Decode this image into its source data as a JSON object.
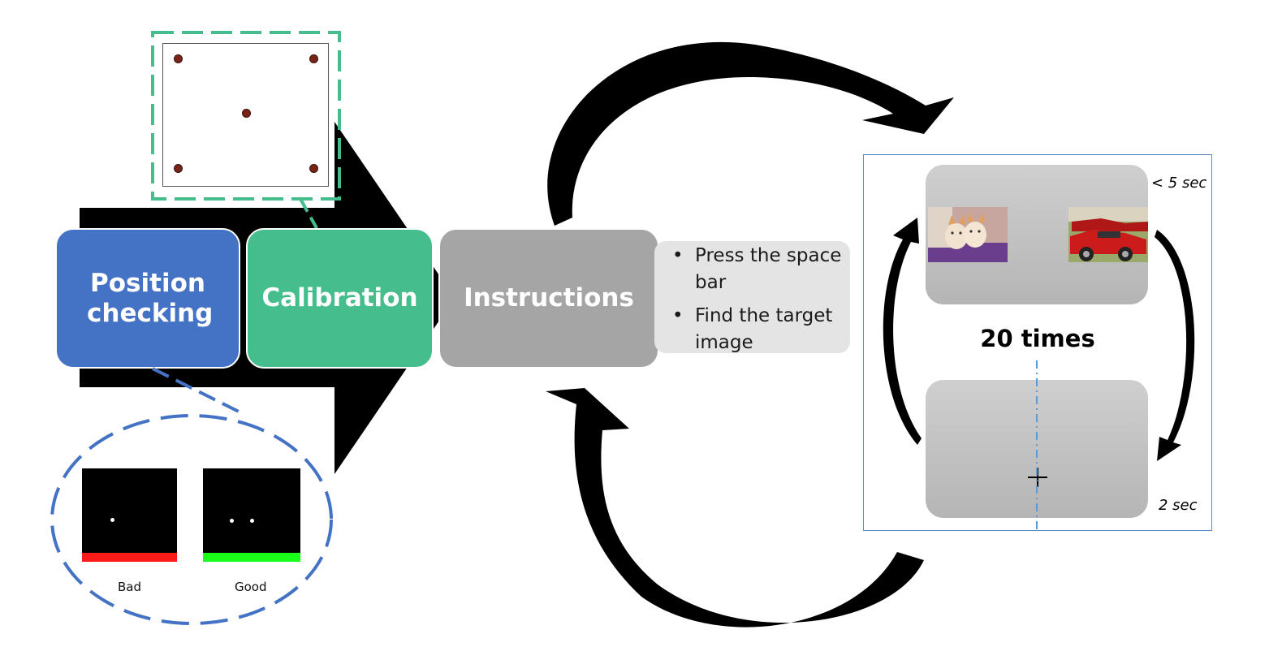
{
  "steps": {
    "position_checking": "Position checking",
    "calibration": "Calibration",
    "instructions": "Instructions"
  },
  "instruction_items": [
    "Press the space bar",
    "Find the target image"
  ],
  "trial": {
    "repeat_label": "20 times",
    "top_screen_duration": "< 5 sec",
    "bottom_screen_duration": "2 sec"
  },
  "position_examples": [
    {
      "label": "Bad",
      "bar_color": "#ff1a1a"
    },
    {
      "label": "Good",
      "bar_color": "#1aff1a"
    }
  ],
  "colors": {
    "position_checking": "#4472c4",
    "calibration": "#46bd8c",
    "instructions": "#a5a5a5",
    "panel": "#e4e4e4",
    "arrow": "#000000",
    "calibration_dot": "#7a2418",
    "frame_border": "#5b8ac4"
  },
  "icons": [
    "fixation-cross-icon",
    "calibration-dot-icon"
  ]
}
